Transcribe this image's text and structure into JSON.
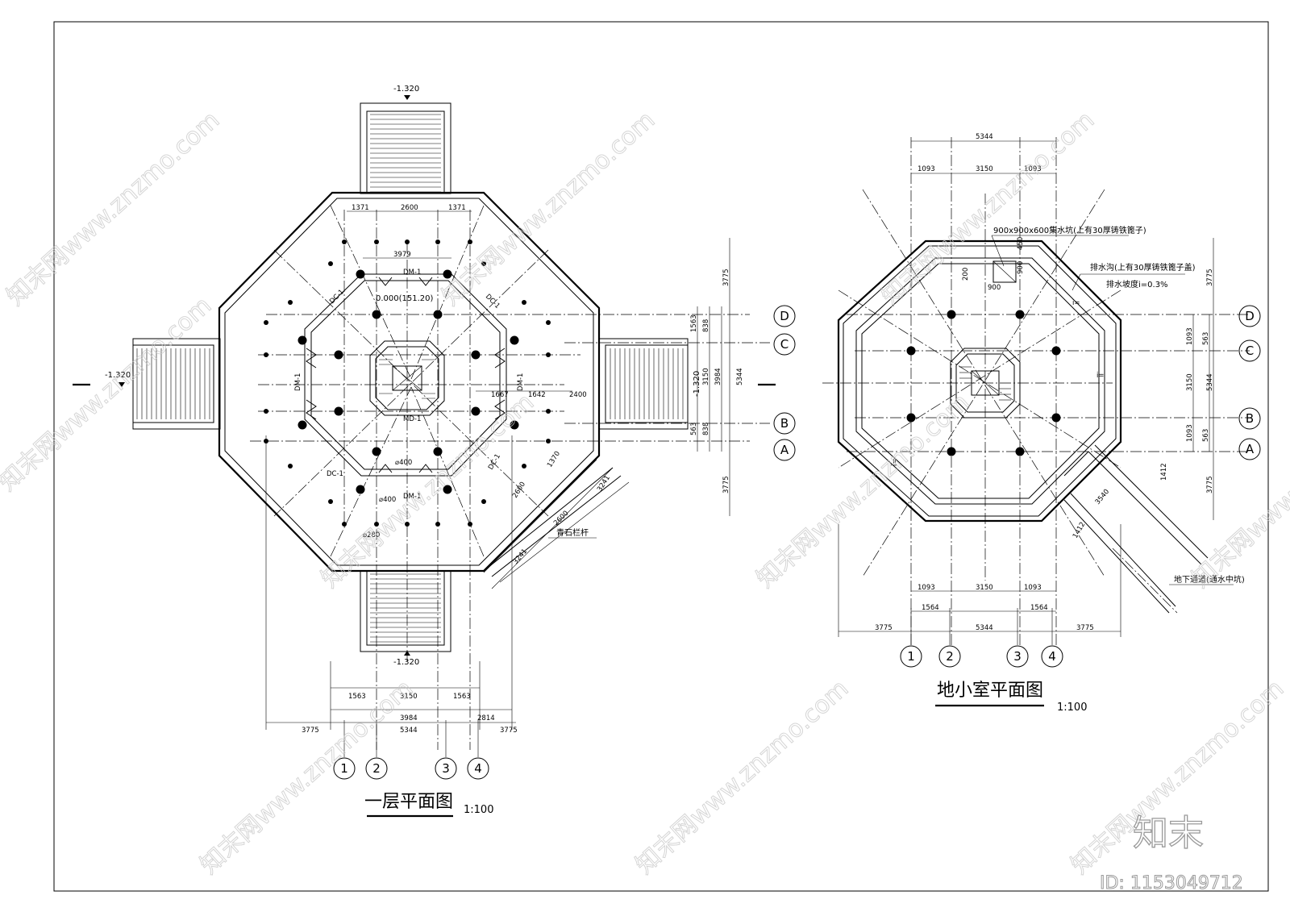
{
  "drawings": [
    {
      "id": "first-floor",
      "title": "一层平面图",
      "scale": "1:100",
      "elevations": [
        "-1.320",
        "-1.320",
        "-1.320",
        "-1.320"
      ],
      "floor_level": "0.000(151.20)",
      "labels": [
        "DM-1",
        "DM-1",
        "DC-1",
        "DC-1",
        "DC-1",
        "DC-1",
        "DM-1",
        "DM-1",
        "MD-1",
        "⌀400",
        "⌀400",
        "⌀280",
        "青石栏杆"
      ],
      "dims_top": [
        "1371",
        "2600",
        "1371",
        "3979"
      ],
      "dims_right": [
        "3775",
        "1563",
        "838",
        "3150",
        "3984",
        "5344",
        "563",
        "838",
        "3775"
      ],
      "dims_inner": [
        "1667",
        "1642",
        "2400"
      ],
      "dims_diagonal": [
        "3241",
        "2600",
        "1370",
        "2600",
        "3241"
      ],
      "dims_bottom": [
        "1563",
        "3150",
        "1563",
        "3984",
        "2814",
        "3775",
        "5344",
        "3775"
      ],
      "grid_axes": [
        "1",
        "2",
        "3",
        "4"
      ],
      "row_axes": [
        "D",
        "C",
        "B",
        "A"
      ]
    },
    {
      "id": "basement",
      "title": "地小室平面图",
      "scale": "1:100",
      "notes": [
        "900x900x600集水坑(上有30厚铸铁篦子)",
        "排水沟(上有30厚铸铁篦子盖)",
        "排水坡度i=0.3%",
        "地下通道(通水中坑)"
      ],
      "slope_marks": [
        "i=",
        "i=",
        "i="
      ],
      "dims_top": [
        "5344",
        "1093",
        "3150",
        "1093"
      ],
      "dims_small": [
        "200",
        "900",
        "900",
        "450"
      ],
      "dims_right": [
        "3775",
        "1093",
        "563",
        "3150",
        "5344",
        "1093",
        "563",
        "3775"
      ],
      "dims_diag": [
        "1412",
        "3540",
        "1412"
      ],
      "dims_bottom": [
        "1093",
        "3150",
        "1093",
        "1564",
        "1564",
        "3775",
        "5344",
        "3775"
      ],
      "grid_axes": [
        "1",
        "2",
        "3",
        "4"
      ],
      "row_axes": [
        "D",
        "C",
        "B",
        "A"
      ]
    }
  ],
  "watermark": {
    "text": "知末网www.znzmo.com",
    "brand": "知末",
    "id": "ID: 1153049712"
  }
}
